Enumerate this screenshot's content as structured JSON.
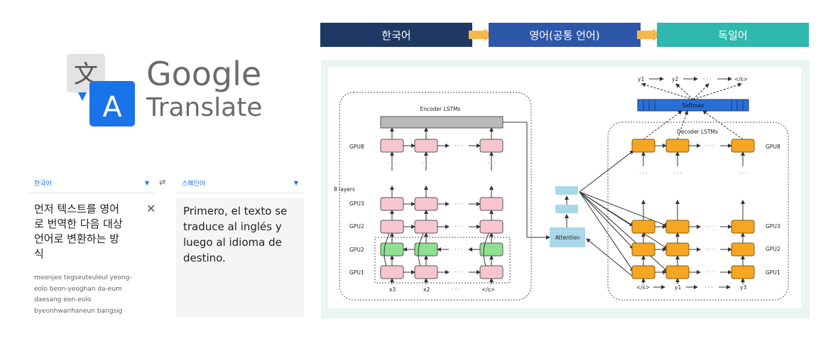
{
  "pipeline": {
    "stages": [
      {
        "label": "한국어",
        "color": "#1f3864"
      },
      {
        "label": "영어(공통 언어)",
        "color": "#2f57a8"
      },
      {
        "label": "독일어",
        "color": "#2fb8ad"
      }
    ],
    "arrow_color": "#f6b84b"
  },
  "logo": {
    "line1": "Google",
    "line2": "Translate",
    "icon_glyph_back": "文",
    "icon_glyph_front": "A"
  },
  "translator": {
    "source_lang": "한국어",
    "target_lang": "스페인어",
    "swap_icon": "⇄",
    "source_text": "먼저 텍스트를 영어로 번역한 다음 대상 언어로 변환하는 방식",
    "source_lines": [
      "먼저 텍스트를 영어",
      "로 번역한 다음 대상",
      "언어로 변환하는 방",
      "식"
    ],
    "close_icon": "✕",
    "romanization_lines": [
      "meonjeo tegseuteuleul yeong-",
      "eolo beon-yeoghan da-eum",
      "daesang eon-eolo",
      "byeonhwanhaneun bangsig"
    ],
    "target_lines": [
      "Primero, el texto se",
      "traduce al inglés y",
      "luego al idioma de",
      "destino."
    ]
  },
  "diagram": {
    "encoder_title": "Encoder LSTMs",
    "decoder_title": "Decoder LSTMs",
    "softmax_label": "Softmax",
    "attention_label": "Attention",
    "layers_label": "8 layers",
    "encoder_gpu_labels": [
      "GPU8",
      "GPU3",
      "GPU2",
      "GPU2",
      "GPU1"
    ],
    "decoder_gpu_labels": [
      "GPU8",
      "GPU3",
      "GPU2",
      "GPU1"
    ],
    "encoder_inputs": [
      "x3",
      "x2",
      "· · ·",
      "</s>"
    ],
    "decoder_inputs": [
      "</s>",
      "y1",
      "· · ·",
      "y3"
    ],
    "decoder_outputs": [
      "y1",
      "y2",
      "· · ·",
      "</s>"
    ],
    "colors": {
      "encoder_cell": "#f7c5d0",
      "encoder_gpu2": "#8ee08e",
      "decoder_cell": "#f5a623",
      "softmax": "#2a6fd6",
      "attention": "#a9d8e8",
      "encoder_bar": "#b9b9b9"
    }
  }
}
